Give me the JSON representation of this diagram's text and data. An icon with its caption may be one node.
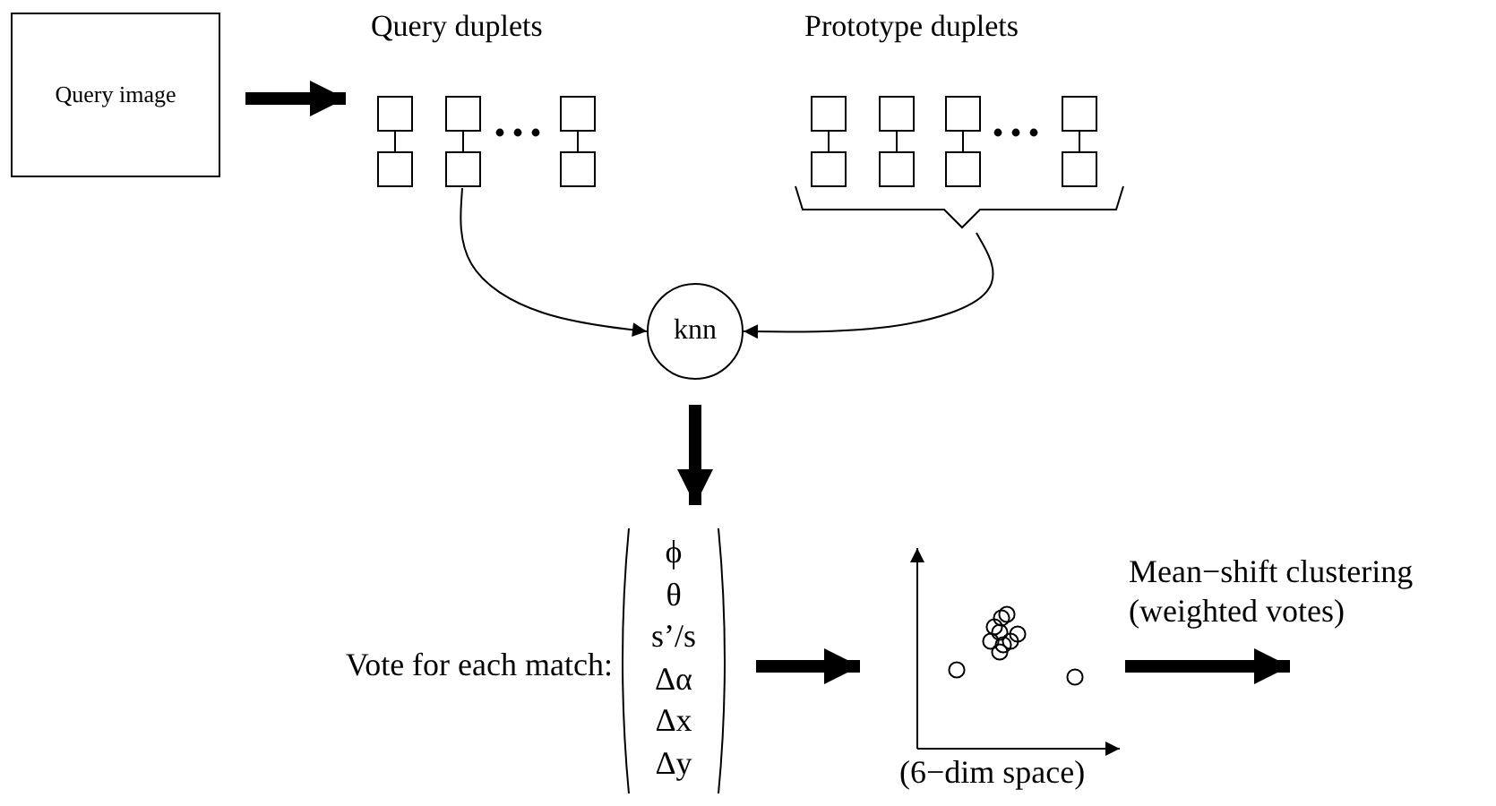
{
  "diagram": {
    "nodes": [
      {
        "text": [
          "Query image"
        ]
      },
      {
        "text": [
          "Query duplets"
        ]
      },
      {
        "text": [
          "Prototype duplets"
        ]
      },
      {
        "text": [
          "knn"
        ]
      },
      {
        "text": [
          "ϕ",
          "θ",
          "s’/s",
          "Δα",
          "Δx",
          "Δy"
        ],
        "beside": [
          "Vote for each match:"
        ]
      },
      {
        "text": [],
        "shape": "picture",
        "beside": [
          "(6−dim space)"
        ]
      }
    ],
    "edges": [
      {
        "from": 0,
        "to": 1,
        "arrow": "to"
      },
      {
        "from": 1,
        "to": 3,
        "arrow": "to"
      },
      {
        "from": 2,
        "to": 3,
        "arrow": "to"
      },
      {
        "from": 3,
        "to": 4,
        "arrow": "to"
      },
      {
        "from": 4,
        "to": 5,
        "arrow": "to"
      },
      {
        "from": 5,
        "to": null,
        "arrow": "to",
        "label": "Mean−shift clustering (weighted votes)"
      }
    ]
  }
}
